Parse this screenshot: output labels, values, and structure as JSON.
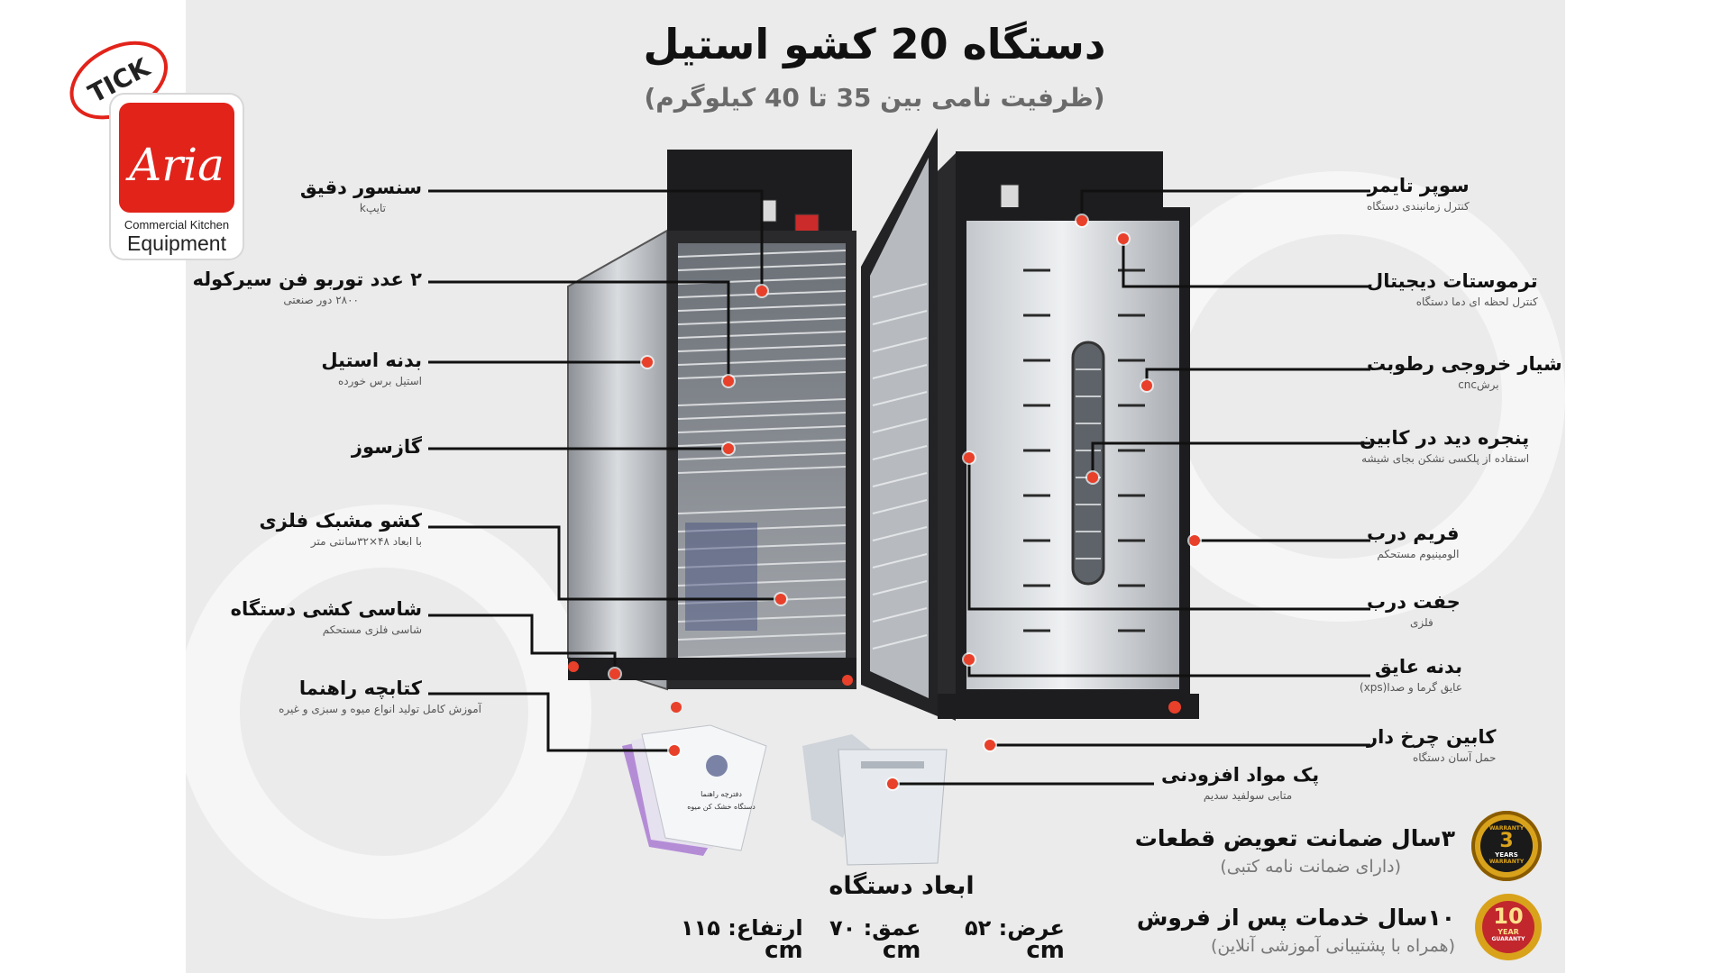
{
  "title": "دستگاه 20 کشو استیل",
  "subtitle": "(ظرفیت نامی بین 35 تا 40 کیلوگرم)",
  "logo": {
    "tick_text": "TICK",
    "brand": "Aria",
    "line1": "Commercial Kitchen",
    "line2": "Equipment",
    "colors": {
      "red": "#e2231a",
      "dark": "#222222"
    }
  },
  "left_labels": [
    {
      "main": "سنسور دقیق",
      "sub": "تایپk"
    },
    {
      "main": "۲ عدد توربو فن سیرکوله",
      "sub": "۲۸۰۰ دور صنعتی"
    },
    {
      "main": "بدنه استیل",
      "sub": "استیل برس خورده"
    },
    {
      "main": "گازسوز",
      "sub": ""
    },
    {
      "main": "کشو مشبک فلزی",
      "sub": "با ابعاد ۴۸×۳۲سانتی متر"
    },
    {
      "main": "شاسی کشی دستگاه",
      "sub": "شاسی فلزی مستحکم"
    },
    {
      "main": "کتابچه راهنما",
      "sub": "آموزش کامل تولید انواع میوه و سبزی و غیره"
    }
  ],
  "right_labels": [
    {
      "main": "سوپر تایمر",
      "sub": "کنترل زمانبندی دستگاه"
    },
    {
      "main": "ترموستات دیجیتال",
      "sub": "کنترل لحظه ای دما دستگاه"
    },
    {
      "main": "شیار خروجی رطوبت",
      "sub": "برشcnc"
    },
    {
      "main": "پنجره دید در کابین",
      "sub": "استفاده از پلکسی نشکن بجای شیشه"
    },
    {
      "main": "فریم درب",
      "sub": "الومینیوم مستحکم"
    },
    {
      "main": "جفت درب",
      "sub": "فلزی"
    },
    {
      "main": "بدنه عایق",
      "sub": "عایق گرما و صدا(xps)"
    },
    {
      "main": "کابین چرخ دار",
      "sub": "حمل آسان دستگاه"
    }
  ],
  "pack": {
    "main": "پک مواد افزودنی",
    "sub": "متابی سولفید سدیم"
  },
  "booklet_text": {
    "line1": "دفترچه راهنما",
    "line2": "دستگاه خشک کن میوه"
  },
  "warranties": [
    {
      "main": "۳سال ضمانت تعویض قطعات",
      "sub": "(دارای ضمانت نامه کتبی)",
      "badge_value": "3",
      "badge_top": "WARRANTY",
      "badge_mid": "YEARS",
      "badge_bottom": "WARRANTY"
    },
    {
      "main": "۱۰سال خدمات پس از فروش",
      "sub": "(همراه با پشتیبانی آموزشی آنلاین)",
      "badge_value": "10",
      "badge_mid": "YEAR",
      "badge_bottom": "GUARANTY"
    }
  ],
  "dims": {
    "title": "ابعاد دستگاه",
    "width": "عرض: ۵۲",
    "depth": "عمق: ۷۰",
    "height": "ارتفاع: ۱۱۵",
    "unit": "cm"
  },
  "colors": {
    "dot": "#e8402a",
    "line": "#111111",
    "panel_bg": "#ebebeb",
    "gold": "#d9a21b",
    "warranty_red": "#c1272d"
  }
}
